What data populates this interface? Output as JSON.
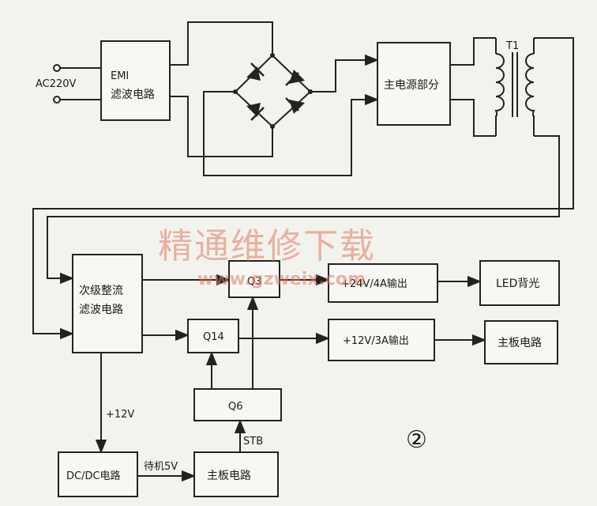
{
  "source": {
    "label": "AC220V"
  },
  "emi": {
    "line1": "EMI",
    "line2": "滤波电路"
  },
  "main_power": {
    "label": "主电源部分"
  },
  "transformer": {
    "label": "T1"
  },
  "secondary": {
    "line1": "次级整流",
    "line2": "滤波电路"
  },
  "q3": {
    "label": "Q3"
  },
  "q14": {
    "label": "Q14"
  },
  "q6": {
    "label": "Q6"
  },
  "out24": {
    "label": "+24V/4A输出"
  },
  "out12": {
    "label": "+12V/3A输出"
  },
  "led": {
    "label": "LED背光"
  },
  "mainboard_right": {
    "label": "主板电路"
  },
  "dcdc": {
    "label": "DC/DC电路"
  },
  "mainboard_bottom": {
    "label": "主板电路"
  },
  "wire_labels": {
    "plus12v": "+12V",
    "standby5v": "待机5V",
    "stb": "STB"
  },
  "figure_number": "②",
  "watermark": {
    "line1": "精通维修下载",
    "line2": "www.gzweix.com"
  },
  "colors": {
    "watermark": "#e07a5f",
    "line": "#222222"
  }
}
